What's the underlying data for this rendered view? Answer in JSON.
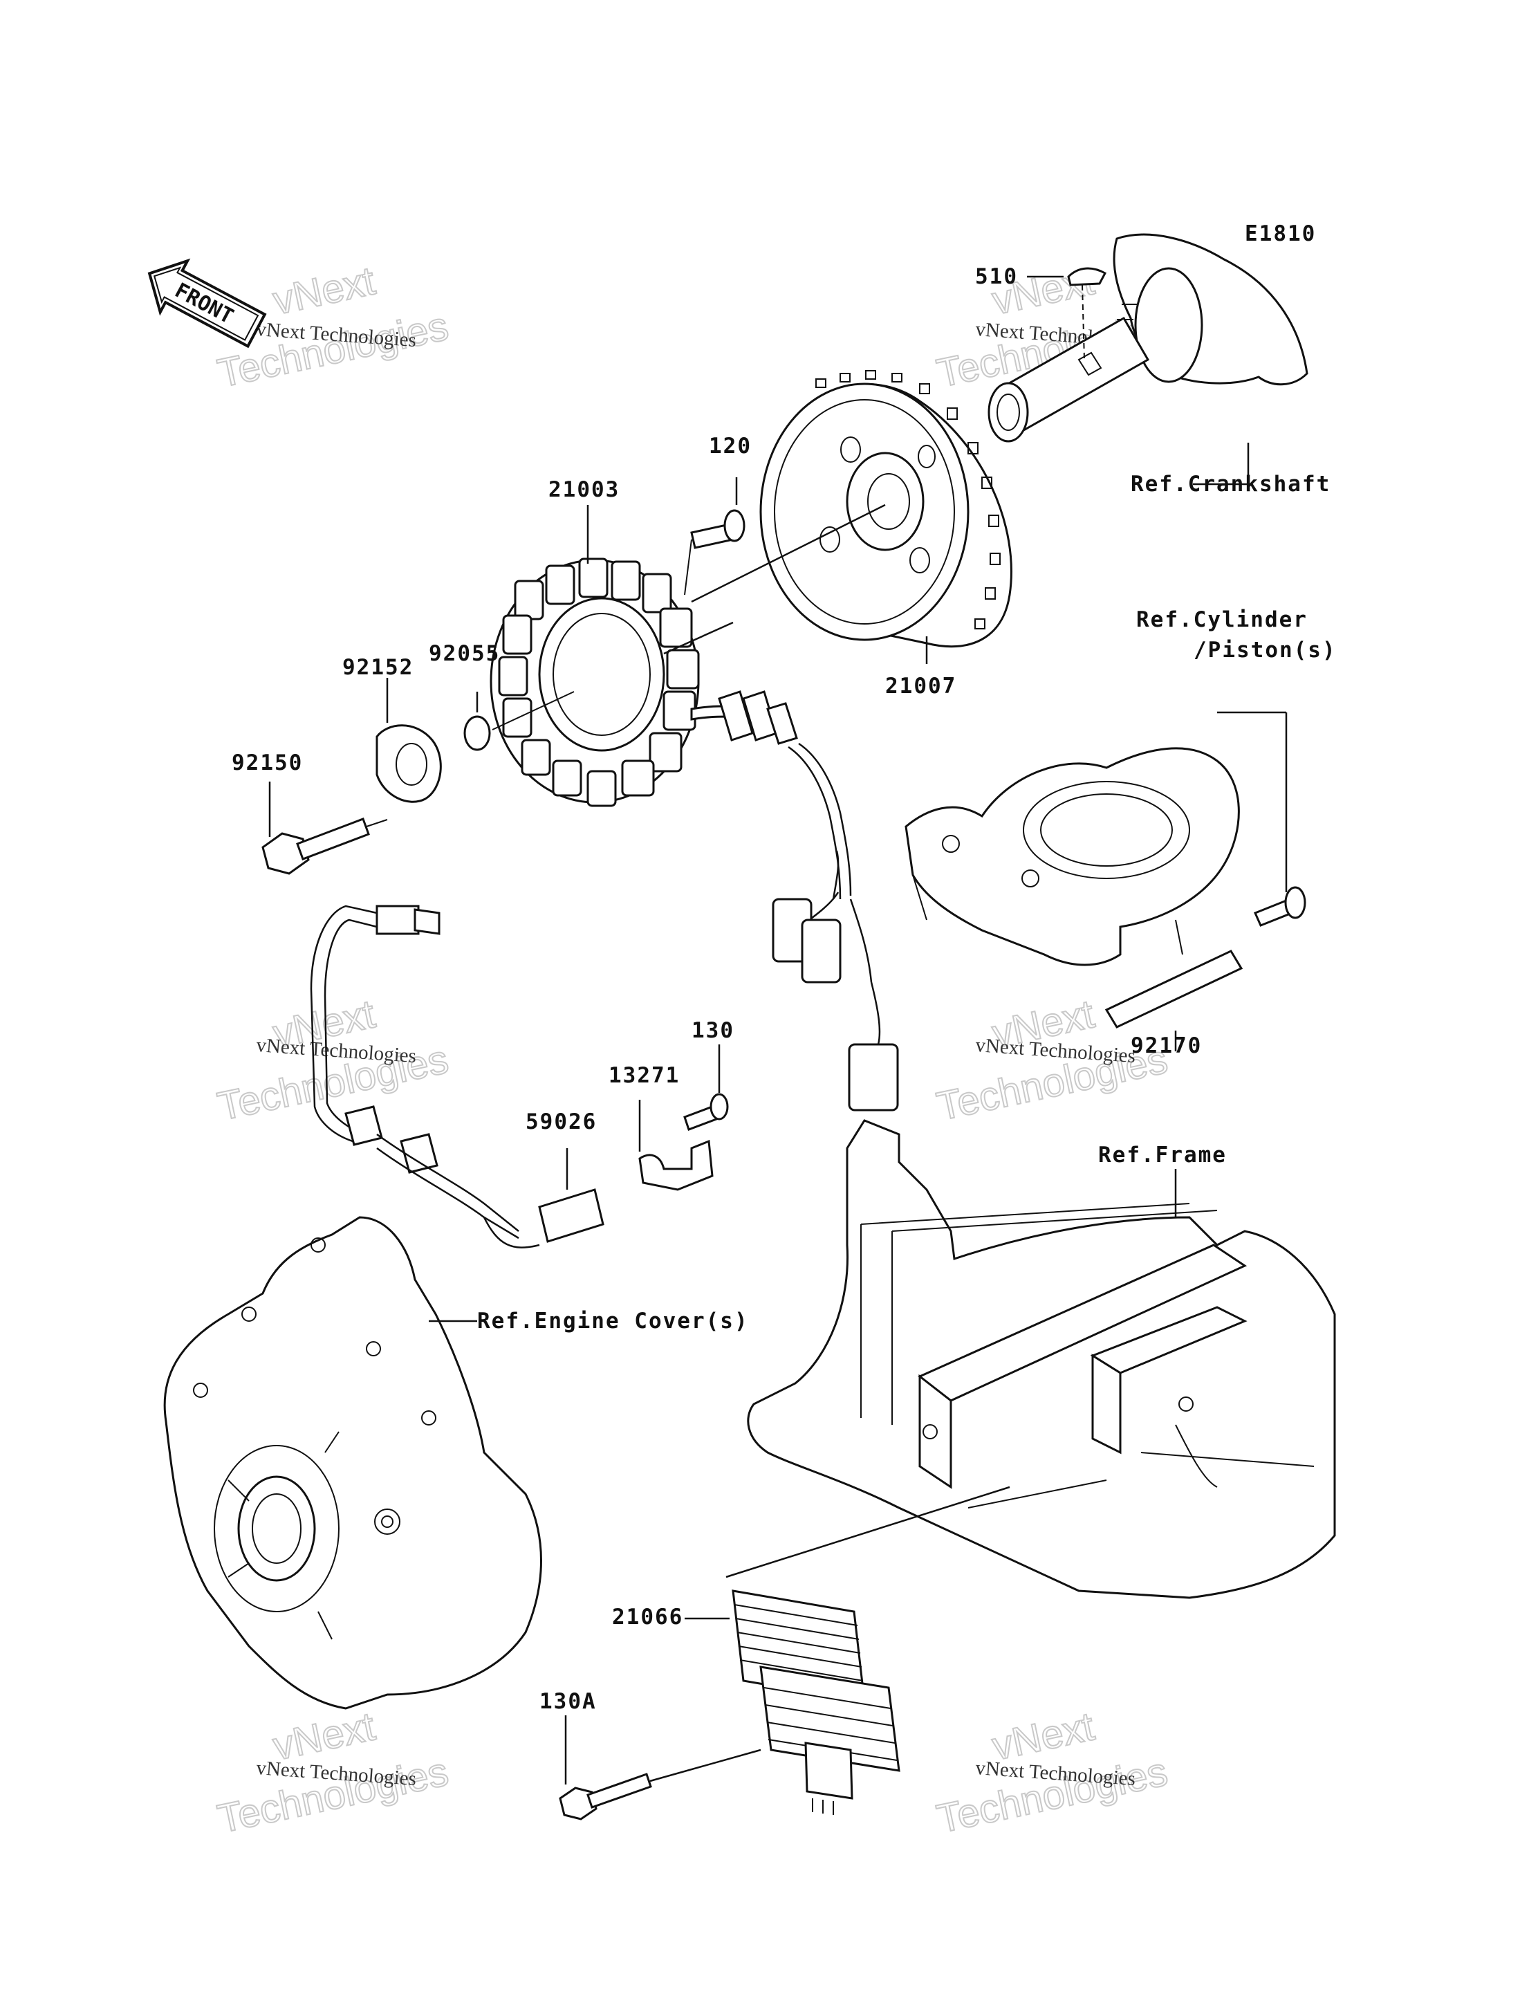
{
  "diagram": {
    "code": "E1810",
    "front_arrow": "FRONT",
    "watermark_line1": "vNext",
    "watermark_line2": "Technologies",
    "watermark_caption": "vNext Technologies",
    "callouts": {
      "p510": "510",
      "ref_crankshaft": "Ref.Crankshaft",
      "p120": "120",
      "p21003": "21003",
      "p21007": "21007",
      "ref_cylinder_1": "Ref.Cylinder",
      "ref_cylinder_2": "/Piston(s)",
      "p92152": "92152",
      "p92055": "92055",
      "p92150": "92150",
      "p92170": "92170",
      "p130": "130",
      "p13271": "13271",
      "p59026": "59026",
      "ref_frame": "Ref.Frame",
      "ref_engine_cover": "Ref.Engine Cover(s)",
      "p21066": "21066",
      "p130a": "130A"
    }
  }
}
